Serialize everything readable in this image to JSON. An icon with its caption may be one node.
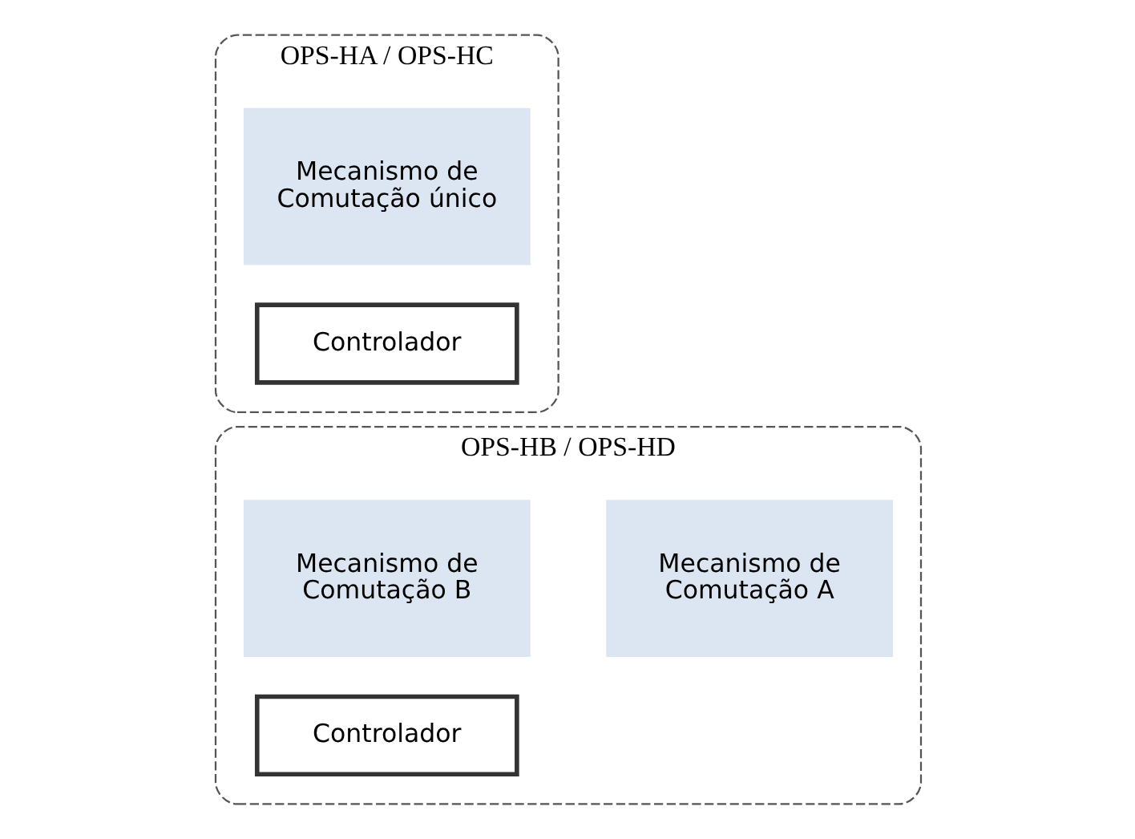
{
  "diagram": {
    "nodes": [
      {
        "text": [
          "OPS-HA / OPS-HC"
        ]
      },
      {
        "text": [
          "Mecanismo de Comutação único"
        ],
        "in": 0
      },
      {
        "text": [
          "Controlador"
        ],
        "in": 0
      },
      {
        "text": [
          "OPS-HB / OPS-HD"
        ]
      },
      {
        "text": [
          "Mecanismo de Comutação A"
        ],
        "in": 3
      },
      {
        "text": [
          "Mecanismo de Comutação B"
        ],
        "in": 3
      },
      {
        "text": [
          "Controlador"
        ],
        "in": 3
      }
    ],
    "edges": []
  }
}
